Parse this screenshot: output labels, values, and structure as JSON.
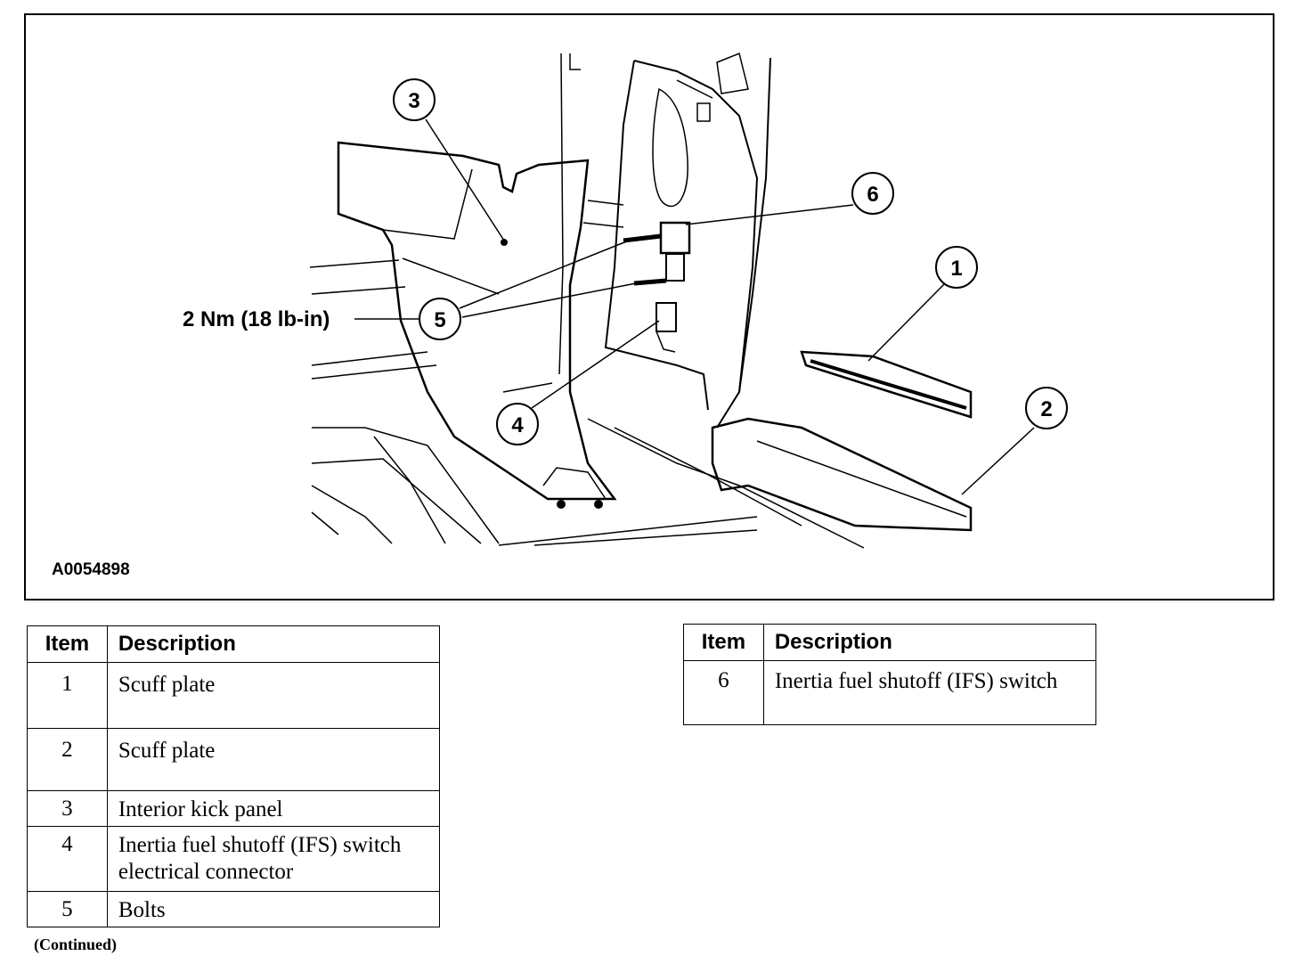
{
  "figure": {
    "code": "A0054898",
    "torque_spec": "2 Nm (18 lb-in)",
    "callouts": [
      "1",
      "2",
      "3",
      "4",
      "5",
      "6"
    ]
  },
  "legend_left": {
    "headers": {
      "item": "Item",
      "description": "Description"
    },
    "rows": [
      {
        "item": "1",
        "description": "Scuff plate"
      },
      {
        "item": "2",
        "description": "Scuff plate"
      },
      {
        "item": "3",
        "description": "Interior kick panel"
      },
      {
        "item": "4",
        "description": "Inertia fuel shutoff (IFS) switch electrical connector"
      },
      {
        "item": "5",
        "description": "Bolts"
      }
    ]
  },
  "legend_right": {
    "headers": {
      "item": "Item",
      "description": "Description"
    },
    "rows": [
      {
        "item": "6",
        "description": "Inertia fuel shutoff (IFS) switch"
      }
    ]
  },
  "continued_note": "(Continued)"
}
